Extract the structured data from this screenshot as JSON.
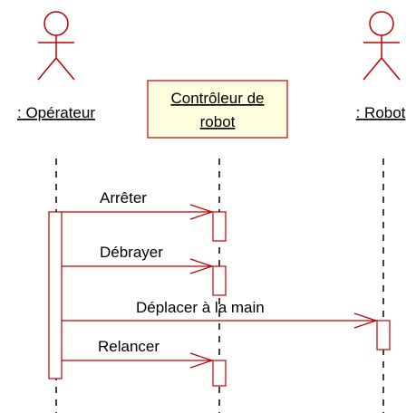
{
  "diagram": {
    "type": "uml-sequence",
    "colors": {
      "line": "#c00000",
      "lifeline": "#000000",
      "box_fill": "#ffffe0",
      "box_border": "#c00000",
      "text": "#000000"
    },
    "participants": [
      {
        "id": "operator",
        "kind": "actor",
        "label": ": Opérateur"
      },
      {
        "id": "controller",
        "kind": "object",
        "label_lines": [
          "Contrôleur de",
          "robot"
        ]
      },
      {
        "id": "robot",
        "kind": "actor",
        "label": ": Robot"
      }
    ],
    "messages": [
      {
        "from": "operator",
        "to": "controller",
        "label": "Arrêter"
      },
      {
        "from": "operator",
        "to": "controller",
        "label": "Débrayer"
      },
      {
        "from": "operator",
        "to": "robot",
        "label": "Déplacer à la main"
      },
      {
        "from": "operator",
        "to": "controller",
        "label": "Relancer"
      }
    ]
  }
}
